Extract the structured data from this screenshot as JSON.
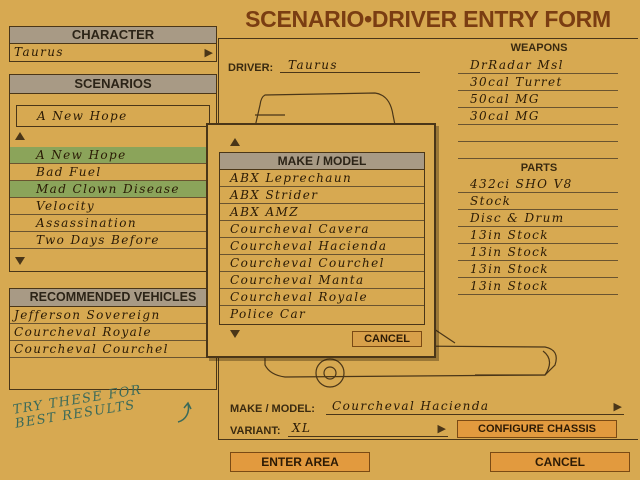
{
  "title": "SCENARIO•DRIVER ENTRY FORM",
  "character": {
    "heading": "CHARACTER",
    "value": "Taurus"
  },
  "scenarios": {
    "heading": "SCENARIOS",
    "selected": "A New Hope",
    "items": [
      "A New Hope",
      "Bad Fuel",
      "Mad Clown Disease",
      "Velocity",
      "Assassination",
      "Two Days Before"
    ]
  },
  "recommended": {
    "heading": "RECOMMENDED VEHICLES",
    "items": [
      "Jefferson Sovereign",
      "Courcheval Royale",
      "Courcheval Courchel"
    ],
    "hint": "Try these for best results"
  },
  "driver": {
    "label": "DRIVER:",
    "value": "Taurus"
  },
  "weapons": {
    "heading": "WEAPONS",
    "items": [
      "DrRadar Msl",
      "30cal Turret",
      "50cal MG",
      "30cal MG"
    ]
  },
  "parts": {
    "heading": "PARTS",
    "items": [
      "432ci SHO V8",
      "Stock",
      "Disc & Drum",
      "13in Stock",
      "13in Stock",
      "13in Stock",
      "13in Stock"
    ]
  },
  "make_model_popup": {
    "heading": "MAKE / MODEL",
    "items": [
      "ABX Leprechaun",
      "ABX Strider",
      "ABX AMZ",
      "Courcheval Cavera",
      "Courcheval Hacienda",
      "Courcheval Courchel",
      "Courcheval Manta",
      "Courcheval Royale",
      "Police Car"
    ],
    "cancel_label": "CANCEL"
  },
  "make_model": {
    "label": "MAKE / MODEL:",
    "value": "Courcheval Hacienda"
  },
  "variant": {
    "label": "VARIANT:",
    "value": "XL"
  },
  "buttons": {
    "configure": "CONFIGURE CHASSIS",
    "enter_area": "ENTER AREA",
    "cancel": "CANCEL"
  },
  "colors": {
    "background": "#d7a951",
    "highlight": "#8ba45a",
    "button": "#e29a3e",
    "header_bar": "#a89a85"
  }
}
